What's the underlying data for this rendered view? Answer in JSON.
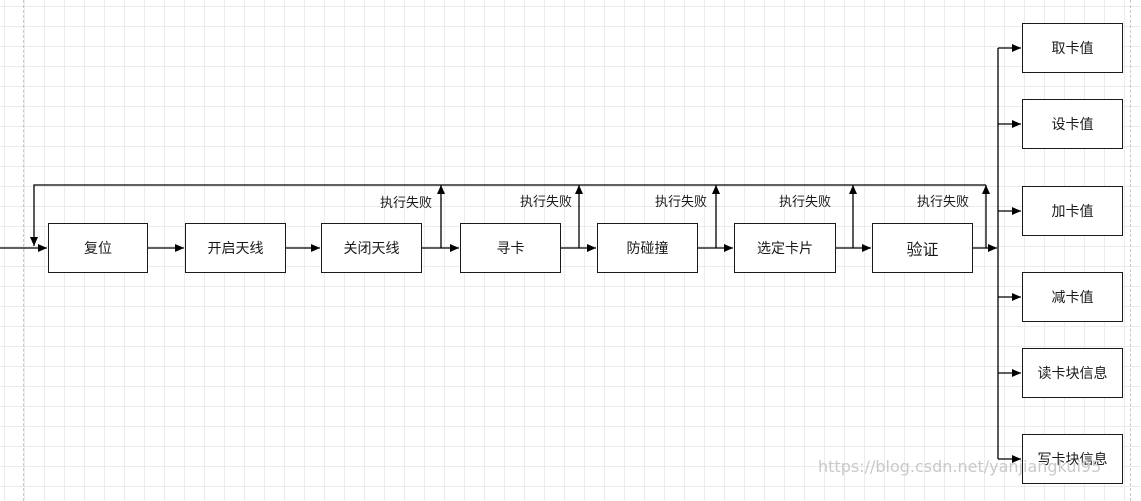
{
  "nodes": {
    "reset": "复位",
    "open_antenna": "开启天线",
    "close_antenna": "关闭天线",
    "find_card": "寻卡",
    "anticollision": "防碰撞",
    "select_card": "选定卡片",
    "verify": "验证",
    "get_value": "取卡值",
    "set_value": "设卡值",
    "add_value": "加卡值",
    "sub_value": "减卡值",
    "read_block": "读卡块信息",
    "write_block": "写卡块信息"
  },
  "fail_label": "执行失败",
  "watermark": "https://blog.csdn.net/yanjiangkui95"
}
